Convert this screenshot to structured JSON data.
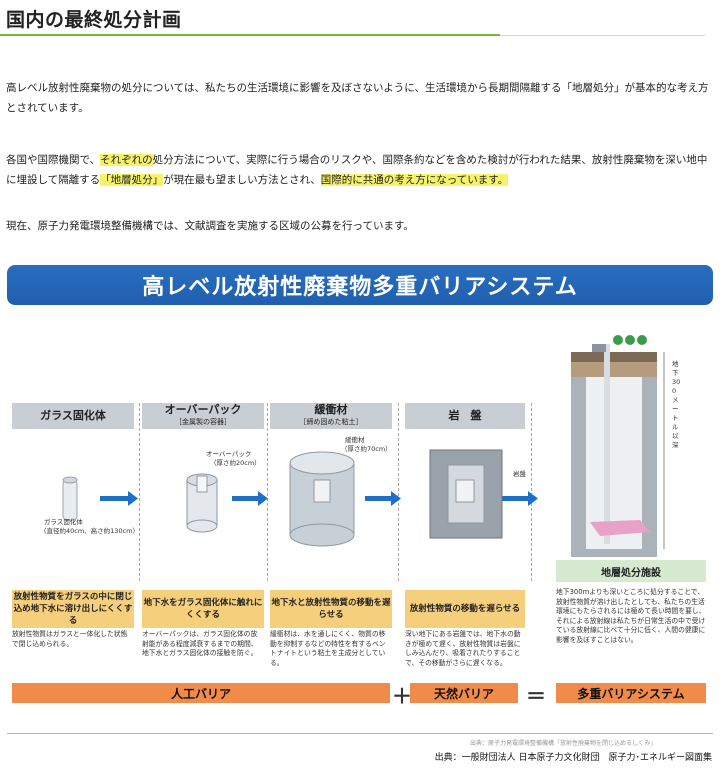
{
  "page_title": "国内の最終処分計画",
  "paragraph1": "高レベル放射性廃棄物の処分については、私たちの生活環境に影響を及ぼさないように、生活環境から長期間隔離する「地層処分」が基本的な考え方とされています。",
  "paragraph2": {
    "part1": "各国や国際機関で、",
    "hl1": "それぞれの",
    "part2": "処分方法について、実際に行う場合のリスクや、国際条約などを含めた検討が行われた結果、放射性廃棄物を深い地中に埋設して隔離する",
    "hl2": "「地層処分」",
    "part3": "が現在最も望ましい方法とされ、",
    "hl3": "国際的に共通の考え方になっています。"
  },
  "paragraph3": "現在、原子力発電環境整備機構では、文献調査を実施する区域の公募を行っています。",
  "diagram": {
    "banner": "高レベル放射性廃棄物多重バリアシステム",
    "steps": [
      {
        "head": "ガラス固化体",
        "sub": "",
        "orange": "放射性物質をガラスの中に閉じ込め地下水に溶け出しにくくする",
        "desc": "放射性物質はガラスと一体化した状態で閉じ込められる。"
      },
      {
        "head": "オーバーパック",
        "sub": "［金属製の容器］",
        "orange": "地下水をガラス固化体に触れにくくする",
        "desc": "オーバーパックは、ガラス固化体の放射能がある程度減衰するまでの期間、地下水とガラス固化体の接触を防ぐ。"
      },
      {
        "head": "緩衝材",
        "sub": "［締め固めた粘土］",
        "orange": "地下水と放射性物質の移動を遅らせる",
        "desc": "緩衝材は、水を通しにくく、物質の移動を抑制するなどの特性を有するベントナイトという粘土を主成分としている。"
      },
      {
        "head": "岩　盤",
        "sub": "",
        "orange": "放射性物質の移動を遅らせる",
        "desc": "深い地下にある岩盤では、地下水の動きが極めて遅く、放射性物質は岩盤にしみ込んだり、吸着されたりすることで、その移動がさらに遅くなる。"
      }
    ],
    "glass_label": "ガラス固化体",
    "glass_size": "（直径約40cm、高さ約130cm）",
    "op_label": "オーバーパック",
    "op_size": "（厚さ約20cm）",
    "buffer_label": "緩衝材",
    "buffer_size": "（厚さ約70cm）",
    "rock_label": "岩盤",
    "depth_label": "地下300メートル以深",
    "facility_title": "地層処分施設",
    "facility_desc": "地下300mよりも深いところに処分することで、放射性物質が溶け出したとしても、私たちの生活環境にもたらされるには極めて長い時間を要し、それによる放射線は私たちが日常生活の中で受けている放射線に比べて十分に低く、人間の健康に影響を及ぼすことはない。",
    "artificial": "人工バリア",
    "plus": "＋",
    "natural": "天然バリア",
    "equals": "＝",
    "multi": "多重バリアシステム",
    "source_small": "出典：原子力発電環境整備機構「放射性廃棄物を閉じ込めるしくみ」"
  },
  "credit": "出典：一般財団法人 日本原子力文化財団　原子力･エネルギー図面集",
  "colors": {
    "accent_green": "#6bbf3c",
    "banner_blue": "#2a6dbf",
    "orange_box": "#f5cf7c",
    "bar_orange": "#f08b4a",
    "highlight": "#f6f36a",
    "arrow_blue": "#1f6fc9"
  }
}
